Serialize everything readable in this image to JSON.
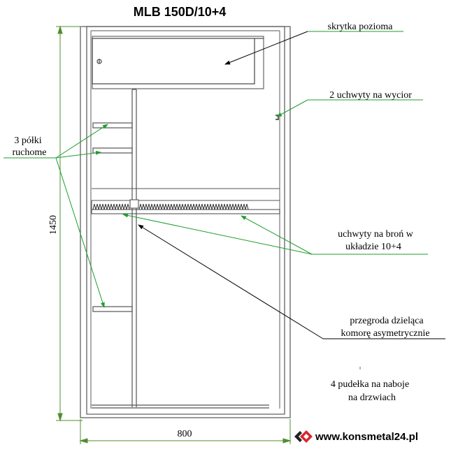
{
  "title": "MLB 150D/10+4",
  "dimensions": {
    "height": "1450",
    "width": "800"
  },
  "labels": {
    "shelf_line1": "skrytka pozioma",
    "hooks_line1": "2 uchwyty na wycior",
    "shelves_line1": "3 półki",
    "shelves_line2": "ruchome",
    "gun_line1": "uchwyty na broń w",
    "gun_line2": "układzie 10+4",
    "div_line1": "przegroda dzieląca",
    "div_line2": "komorę asymetrycznie",
    "boxes_line1": "4 pudełka na naboje",
    "boxes_line2": "na drzwiach"
  },
  "brand": {
    "url": "www.konsmetal24.pl"
  },
  "colors": {
    "outline": "#555555",
    "dimension": "#4f8f2f",
    "leader": "#1e9e2e",
    "leader_black": "#000000",
    "brand_red": "#d7262e"
  }
}
